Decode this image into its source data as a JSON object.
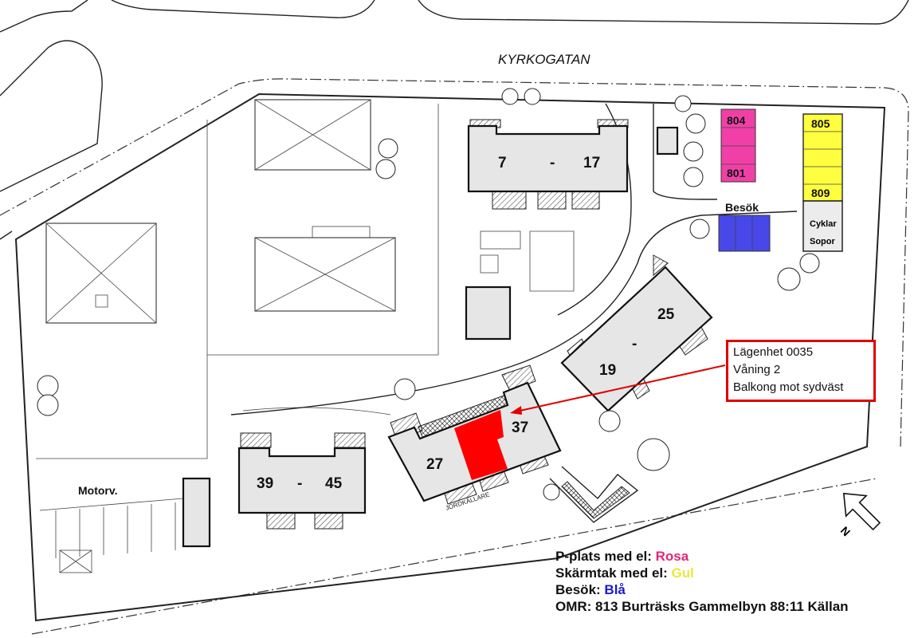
{
  "street": "KYRKOGATAN",
  "buildings": [
    {
      "from": "7",
      "sep": "-",
      "to": "17"
    },
    {
      "from": "19",
      "sep": "-",
      "to": "25"
    },
    {
      "from": "27",
      "to": "37"
    },
    {
      "from": "39",
      "sep": "-",
      "to": "45"
    }
  ],
  "parking": {
    "pink_first": "804",
    "pink_last": "801",
    "yellow_first": "805",
    "yellow_last": "809",
    "visitor_label": "Besök",
    "bikes": "Cyklar",
    "waste": "Sopor"
  },
  "motorv_label": "Motorv.",
  "cellar_label": "JORDKÄLLARE",
  "callout": {
    "line1": "Lägenhet 0035",
    "line2": "Våning 2",
    "line3": "Balkong mot sydväst"
  },
  "north_label": "N",
  "legend": {
    "pink_label": "P-plats med el: ",
    "pink_value": "Rosa",
    "yellow_label": "Skärmtak med el: ",
    "yellow_value": "Gul",
    "blue_label": "Besök: ",
    "blue_value": "Blå",
    "property": "OMR: 813 Burträsks Gammelbyn 88:11 Källan"
  },
  "colors": {
    "pink": "#f040a8",
    "yellow": "#ffff40",
    "blue": "#4040e8",
    "highlight": "#ff0000",
    "legend_pink": "#e0287a",
    "legend_yellow": "#e8e840",
    "legend_blue": "#1a1ac8"
  }
}
